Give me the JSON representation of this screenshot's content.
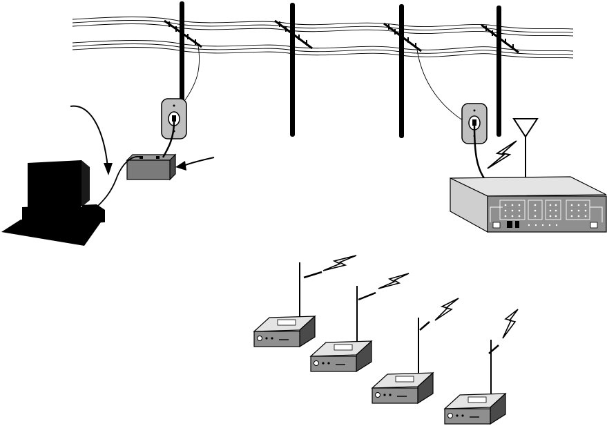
{
  "diagram": {
    "description_free": true,
    "poles": [
      "utility-pole",
      "utility-pole",
      "utility-pole",
      "utility-pole"
    ],
    "wall_jacks": [
      "phone-jack-left",
      "phone-jack-right"
    ],
    "base_station": {
      "icon": "radio-base-station-icon",
      "antenna": "antenna-icon"
    },
    "remote_units": [
      "remote-radio-unit",
      "remote-radio-unit",
      "remote-radio-unit",
      "remote-radio-unit"
    ],
    "computer": {
      "icon": "desktop-computer-icon"
    },
    "modem": {
      "icon": "modem-box-icon"
    },
    "signals": [
      "lightning-signal-icon"
    ],
    "colors": {
      "black": "#000000",
      "dark_gray": "#555555",
      "mid_gray": "#8f8f8f",
      "light_gray": "#cccccc",
      "panel_gray": "#e4e4e4",
      "white": "#ffffff"
    }
  }
}
